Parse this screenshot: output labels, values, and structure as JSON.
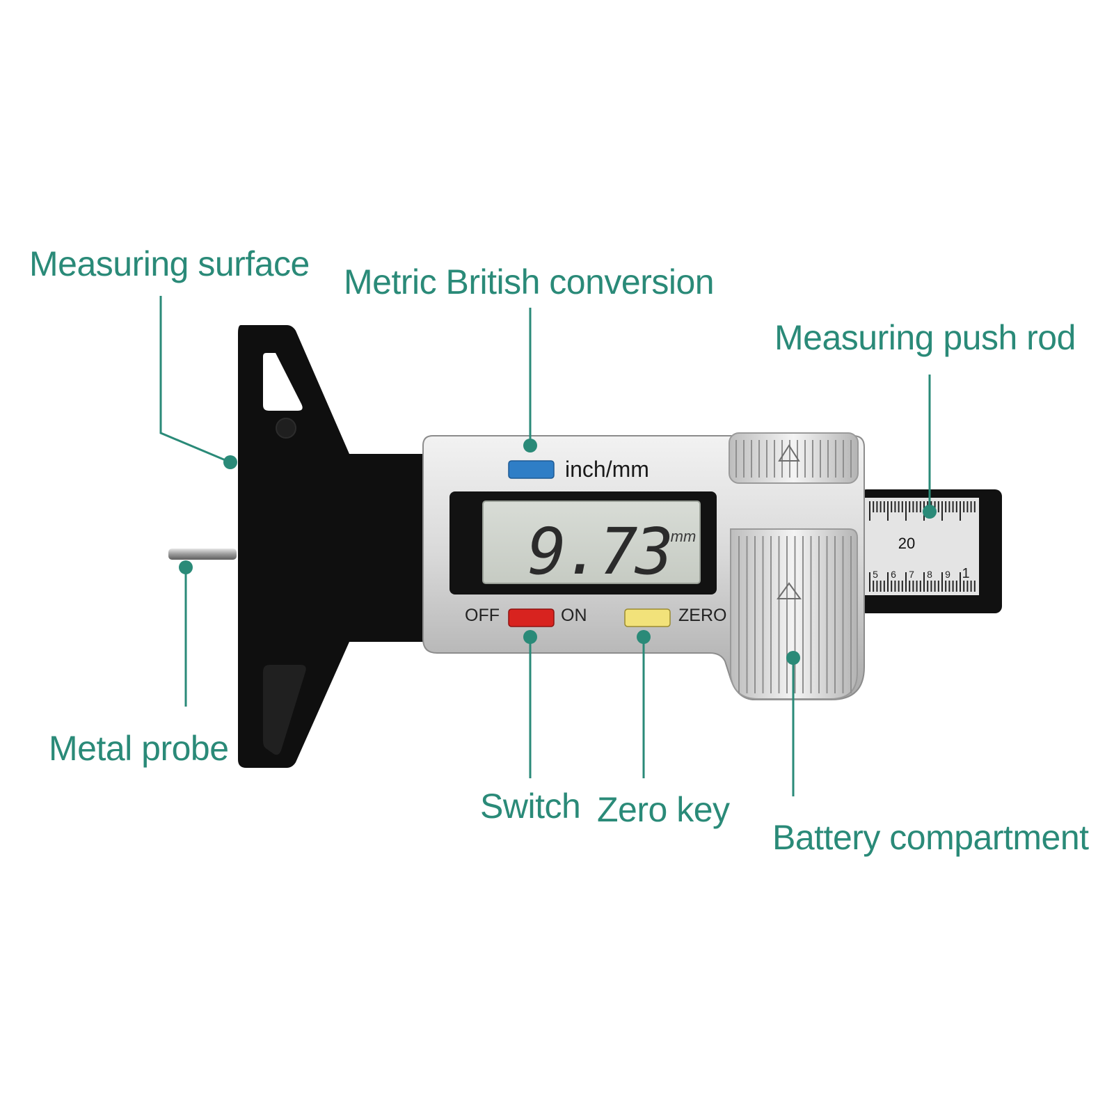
{
  "callouts": {
    "measuring_surface": "Measuring surface",
    "metric_british_conversion": "Metric British conversion",
    "measuring_push_rod": "Measuring push rod",
    "metal_probe": "Metal probe",
    "switch": "Switch",
    "zero_key": "Zero key",
    "battery_compartment": "Battery compartment"
  },
  "device": {
    "unit_button_label": "inch/mm",
    "display_value": "9.73",
    "display_unit": "mm",
    "off_label": "OFF",
    "on_label": "ON",
    "zero_label": "ZERO",
    "ruler_number": "20",
    "ruler_small_numbers": [
      "5",
      "6",
      "7",
      "8",
      "9",
      "1"
    ]
  },
  "colors": {
    "callout": "#2a8a78",
    "unit_button": "#2f7ec6",
    "switch_button": "#d8231f",
    "zero_button": "#f2e27a"
  }
}
